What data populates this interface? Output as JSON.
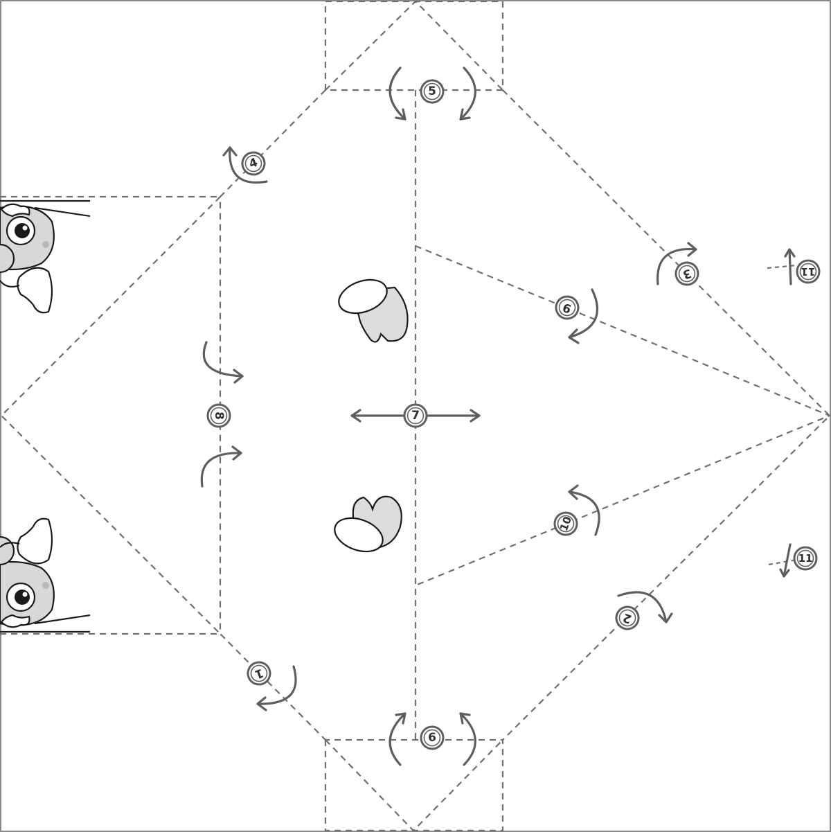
{
  "diagram": {
    "border_color": "#8a8a8a",
    "line_color": "#6f6f6f",
    "steps": [
      {
        "id": "step-1",
        "label": "1",
        "rotation": 160
      },
      {
        "id": "step-2",
        "label": "2",
        "rotation": 200
      },
      {
        "id": "step-3",
        "label": "3",
        "rotation": 160
      },
      {
        "id": "step-4",
        "label": "4",
        "rotation": -20
      },
      {
        "id": "step-5",
        "label": "5",
        "rotation": 0
      },
      {
        "id": "step-6",
        "label": "6",
        "rotation": 0
      },
      {
        "id": "step-7",
        "label": "7",
        "rotation": 0
      },
      {
        "id": "step-8",
        "label": "8",
        "rotation": 90
      },
      {
        "id": "step-9",
        "label": "9",
        "rotation": 200
      },
      {
        "id": "step-10",
        "label": "10",
        "rotation": -70
      },
      {
        "id": "step-11a",
        "label": "11",
        "rotation": 180
      },
      {
        "id": "step-11b",
        "label": "11",
        "rotation": 0
      }
    ],
    "icons": [
      "mitten-icon",
      "owl-icon"
    ]
  }
}
